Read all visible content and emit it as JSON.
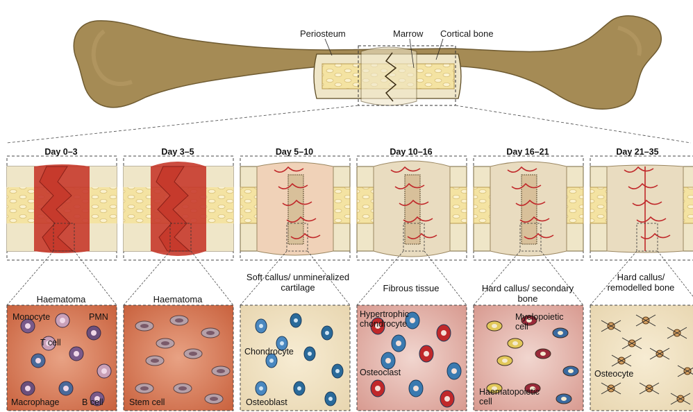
{
  "top_labels": {
    "periosteum": "Periosteum",
    "marrow": "Marrow",
    "cortical_bone": "Cortical bone"
  },
  "stages": [
    {
      "day": "Day 0–3",
      "name": "Haematoma",
      "cells": [
        "Monocyte",
        "PMN",
        "T cell",
        "Macrophage",
        "B cell"
      ]
    },
    {
      "day": "Day 3–5",
      "name": "Haematoma",
      "cells": [
        "Stem cell"
      ]
    },
    {
      "day": "Day 5–10",
      "name": "Soft callus/ unmineralized cartilage",
      "cells": [
        "Chondrocyte",
        "Osteoblast"
      ]
    },
    {
      "day": "Day 10–16",
      "name": "Fibrous tissue",
      "cells": [
        "Hypertrophic chondrocyte",
        "Osteoclast"
      ]
    },
    {
      "day": "Day 16–21",
      "name": "Hard callus/ secondary bone",
      "cells": [
        "Myelopoietic cell",
        "Haematopoietic cell"
      ]
    },
    {
      "day": "Day 21–35",
      "name": "Hard callus/ remodelled bone",
      "cells": [
        "Osteocyte"
      ]
    }
  ],
  "colors": {
    "bone_outer": "#8a7240",
    "bone_fill": "#a58b55",
    "marrow": "#f3e2a0",
    "cortical": "#efe6c8",
    "blood": "#c63a2c",
    "tissue": "#d9826a"
  }
}
